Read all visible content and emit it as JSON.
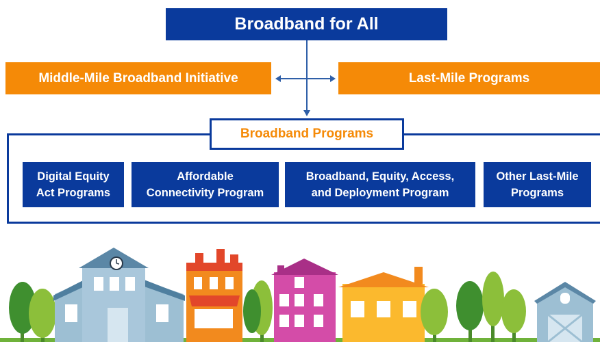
{
  "title": "Broadband for All",
  "middle_mile": "Middle-Mile Broadband Initiative",
  "last_mile": "Last-Mile Programs",
  "programs_header": "Broadband Programs",
  "programs": [
    {
      "line1": "Digital Equity",
      "line2": "Act Programs"
    },
    {
      "line1": "Affordable",
      "line2": "Connectivity Program"
    },
    {
      "line1": "Broadband, Equity, Access,",
      "line2": "and Deployment Program"
    },
    {
      "line1": "Other Last-Mile",
      "line2": "Programs"
    }
  ],
  "colors": {
    "navy": "#0a3a9c",
    "orange": "#f58a07",
    "connector": "#2f5fa8"
  }
}
